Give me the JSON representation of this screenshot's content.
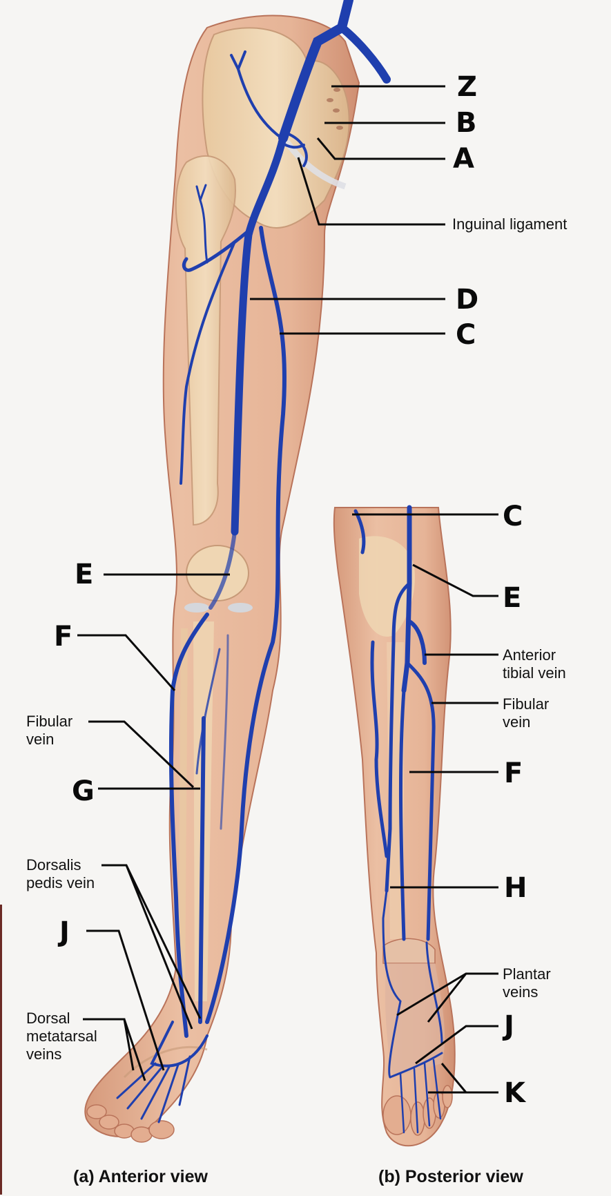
{
  "figure": {
    "colors": {
      "background": "#f6f5f3",
      "skin": "#e7b79a",
      "skin_shadow": "#c98b6e",
      "bone": "#ecd3ad",
      "vein": "#1f3fae",
      "vein_highlight": "#6a86d8",
      "leader_line": "#0a0a0a",
      "ligament": "#d9d9de"
    },
    "panels": [
      {
        "id": "a",
        "caption": "(a) Anterior view"
      },
      {
        "id": "b",
        "caption": "(b) Posterior view"
      }
    ]
  },
  "labels": {
    "anterior": {
      "Z": "Z",
      "B": "B",
      "A": "A",
      "inguinal_ligament": "Inguinal ligament",
      "D": "D",
      "C": "C",
      "E": "E",
      "F": "F",
      "fibular_vein_line1": "Fibular",
      "fibular_vein_line2": "vein",
      "G": "G",
      "dorsalis_pedis_line1": "Dorsalis",
      "dorsalis_pedis_line2": "pedis vein",
      "J": "J",
      "dorsal_metatarsal_line1": "Dorsal",
      "dorsal_metatarsal_line2": "metatarsal",
      "dorsal_metatarsal_line3": "veins"
    },
    "posterior": {
      "C": "C",
      "E": "E",
      "anterior_tibial_line1": "Anterior",
      "anterior_tibial_line2": "tibial vein",
      "fibular_vein_line1": "Fibular",
      "fibular_vein_line2": "vein",
      "F": "F",
      "H": "H",
      "plantar_veins_line1": "Plantar",
      "plantar_veins_line2": "veins",
      "J": "J",
      "K": "K"
    }
  }
}
